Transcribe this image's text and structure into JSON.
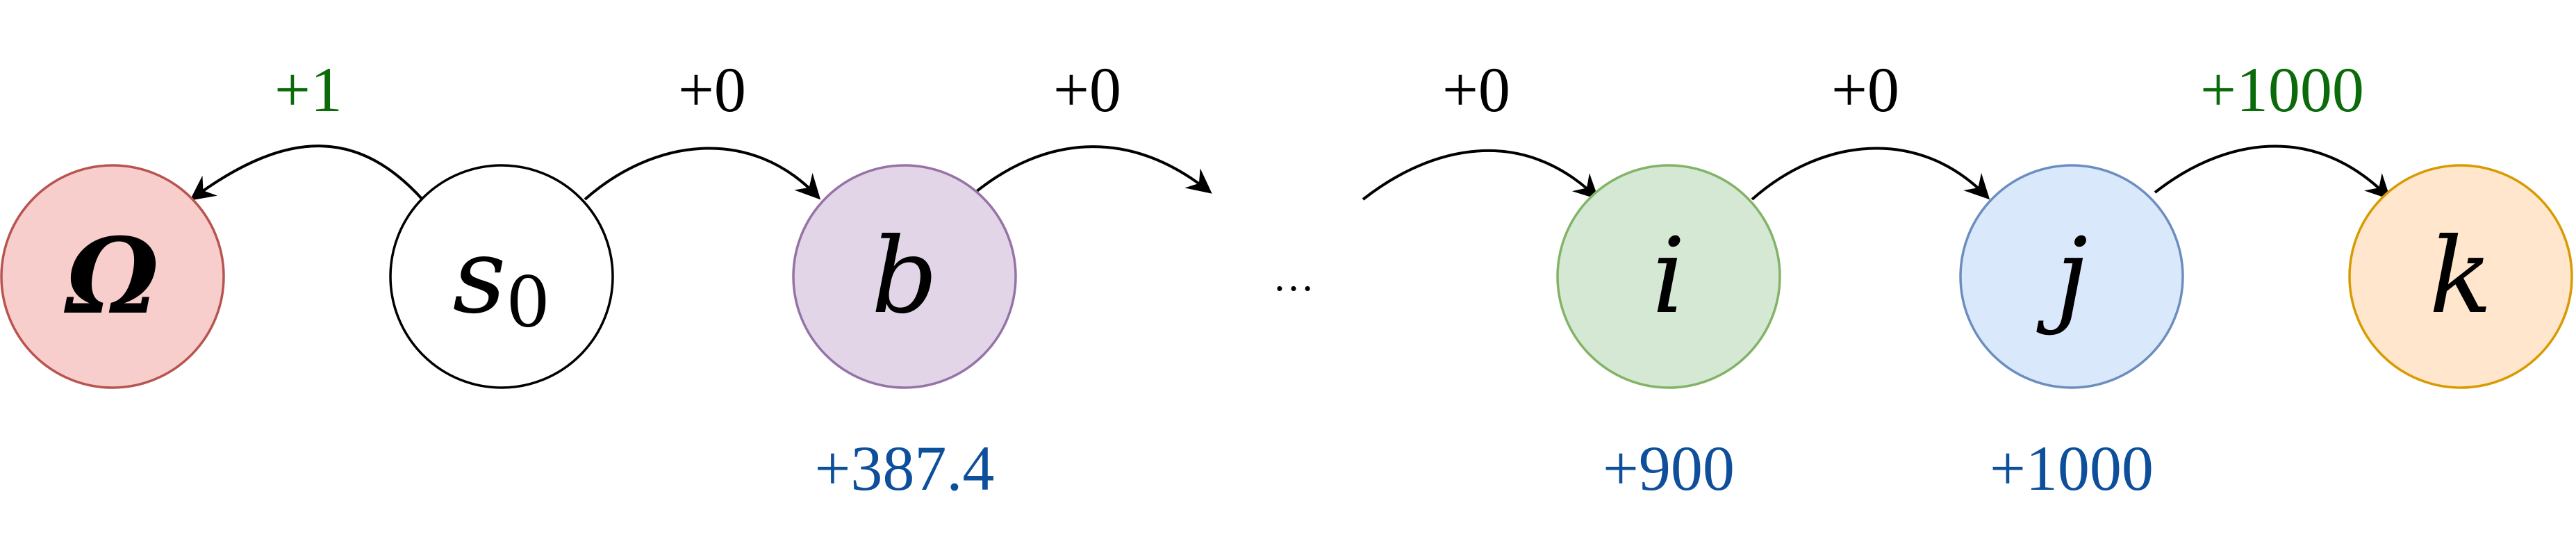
{
  "nodes": [
    {
      "id": "omega",
      "label": "Ω",
      "fill": "#f8cecc",
      "stroke": "#b85450"
    },
    {
      "id": "s0",
      "label": "s",
      "sub": "0",
      "fill": "#ffffff",
      "stroke": "#000000"
    },
    {
      "id": "b",
      "label": "b",
      "fill": "#e1d5e7",
      "stroke": "#9673a6"
    },
    {
      "id": "i",
      "label": "i",
      "fill": "#d5e8d4",
      "stroke": "#82b366"
    },
    {
      "id": "j",
      "label": "j",
      "fill": "#dae8fc",
      "stroke": "#6c8ebf"
    },
    {
      "id": "k",
      "label": "k",
      "fill": "#ffe6cc",
      "stroke": "#d79b00"
    }
  ],
  "ellipsis": "…",
  "edge_rewards": [
    {
      "from": "s0",
      "to": "omega",
      "label": "+1",
      "color": "#0b6b0b"
    },
    {
      "from": "s0",
      "to": "b",
      "label": "+0",
      "color": "#000000"
    },
    {
      "from": "b",
      "to": "…",
      "label": "+0",
      "color": "#000000"
    },
    {
      "from": "…",
      "to": "i",
      "label": "+0",
      "color": "#000000"
    },
    {
      "from": "i",
      "to": "j",
      "label": "+0",
      "color": "#000000"
    },
    {
      "from": "j",
      "to": "k",
      "label": "+1000",
      "color": "#0b6b0b"
    }
  ],
  "node_values": [
    {
      "node": "b",
      "label": "+387.4",
      "color": "#0e4f9b"
    },
    {
      "node": "i",
      "label": "+900",
      "color": "#0e4f9b"
    },
    {
      "node": "j",
      "label": "+1000",
      "color": "#0e4f9b"
    }
  ]
}
